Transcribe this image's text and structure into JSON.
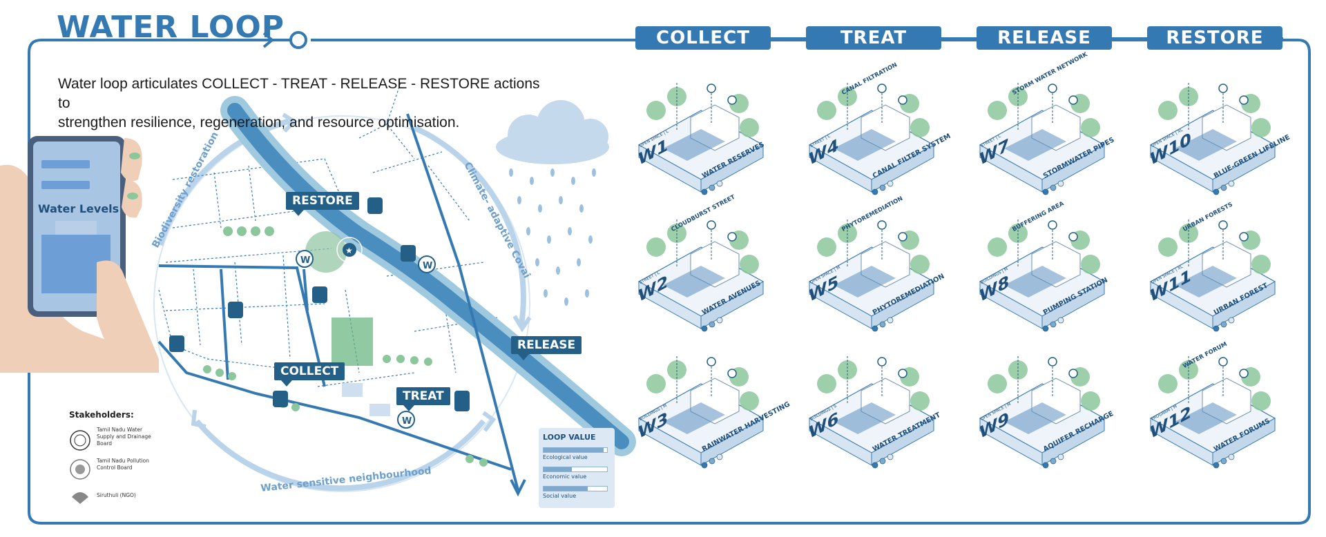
{
  "title": "WATER LOOP",
  "intro": {
    "line1": "Water loop articulates  COLLECT - TREAT - RELEASE - RESTORE actions to",
    "line2": "strengthen resilience, regeneration, and resource optimisation."
  },
  "stages": [
    "COLLECT",
    "TREAT",
    "RELEASE",
    "RESTORE"
  ],
  "phone": {
    "label": "Water Levels"
  },
  "map": {
    "callouts": {
      "restore": "RESTORE",
      "collect": "COLLECT",
      "treat": "TREAT",
      "release": "RELEASE"
    },
    "arcs": {
      "left": "Biodiversity restoration",
      "right": "Climate- adaptive Covai",
      "bottom": "Water sensitive neighbourhood"
    },
    "w_marker": "W"
  },
  "stakeholders": {
    "title": "Stakeholders:",
    "items": [
      "Tamil Nadu Water Supply and Drainage Board",
      "Tamil Nadu Pollution Control Board",
      "Siruthuli (NGO)"
    ]
  },
  "loop_value": {
    "title": "LOOP VALUE",
    "items": [
      {
        "label": "Ecological value",
        "level": 0.95
      },
      {
        "label": "Economic value",
        "level": 0.45
      },
      {
        "label": "Social value",
        "level": 0.7
      }
    ]
  },
  "cards": [
    {
      "id": "W1",
      "name": "WATER RESERVES",
      "sub": "OPEN SPACE | L"
    },
    {
      "id": "W4",
      "name": "CANAL FILTER SYSTEM",
      "sub": "STREET | L",
      "tag": "CANAL FILTRATION"
    },
    {
      "id": "W7",
      "name": "STORMWATER PIPES",
      "sub": "STREET | L",
      "tag": "STORM WATER NETWORK"
    },
    {
      "id": "W10",
      "name": "BLUE-GREEN LIFELINE",
      "sub": "OPEN SPACE | XL"
    },
    {
      "id": "W2",
      "name": "WATER AVENUES",
      "sub": "STREET | L",
      "tag": "CLOUDBURST STREET"
    },
    {
      "id": "W5",
      "name": "PHYTOREMEDIATION",
      "sub": "OPEN SPACE | M",
      "tag": "PHYTOREMEDIATION"
    },
    {
      "id": "W8",
      "name": "PUMPING STATION",
      "sub": "BUILDINGS | M",
      "tag": "BUFFERING AREA"
    },
    {
      "id": "W11",
      "name": "URBAN FOREST",
      "sub": "OPEN SPACE | XL",
      "tag": "URBAN FORESTS"
    },
    {
      "id": "W3",
      "name": "RAINWATER HARVESTING",
      "sub": "BUILDINGS | M"
    },
    {
      "id": "W6",
      "name": "WATER TREATMENT",
      "sub": "BUILDINGS | S"
    },
    {
      "id": "W9",
      "name": "AQUIFER RECHARGE",
      "sub": "OPEN SPACE | M"
    },
    {
      "id": "W12",
      "name": "WATER FORUMS",
      "sub": "PROGRAM | M",
      "tag": "WATER FORUM"
    }
  ],
  "colors": {
    "accent": "#3579b3",
    "dark": "#235f86",
    "green": "#7fc08f",
    "light_blue": "#b9d3ea"
  }
}
